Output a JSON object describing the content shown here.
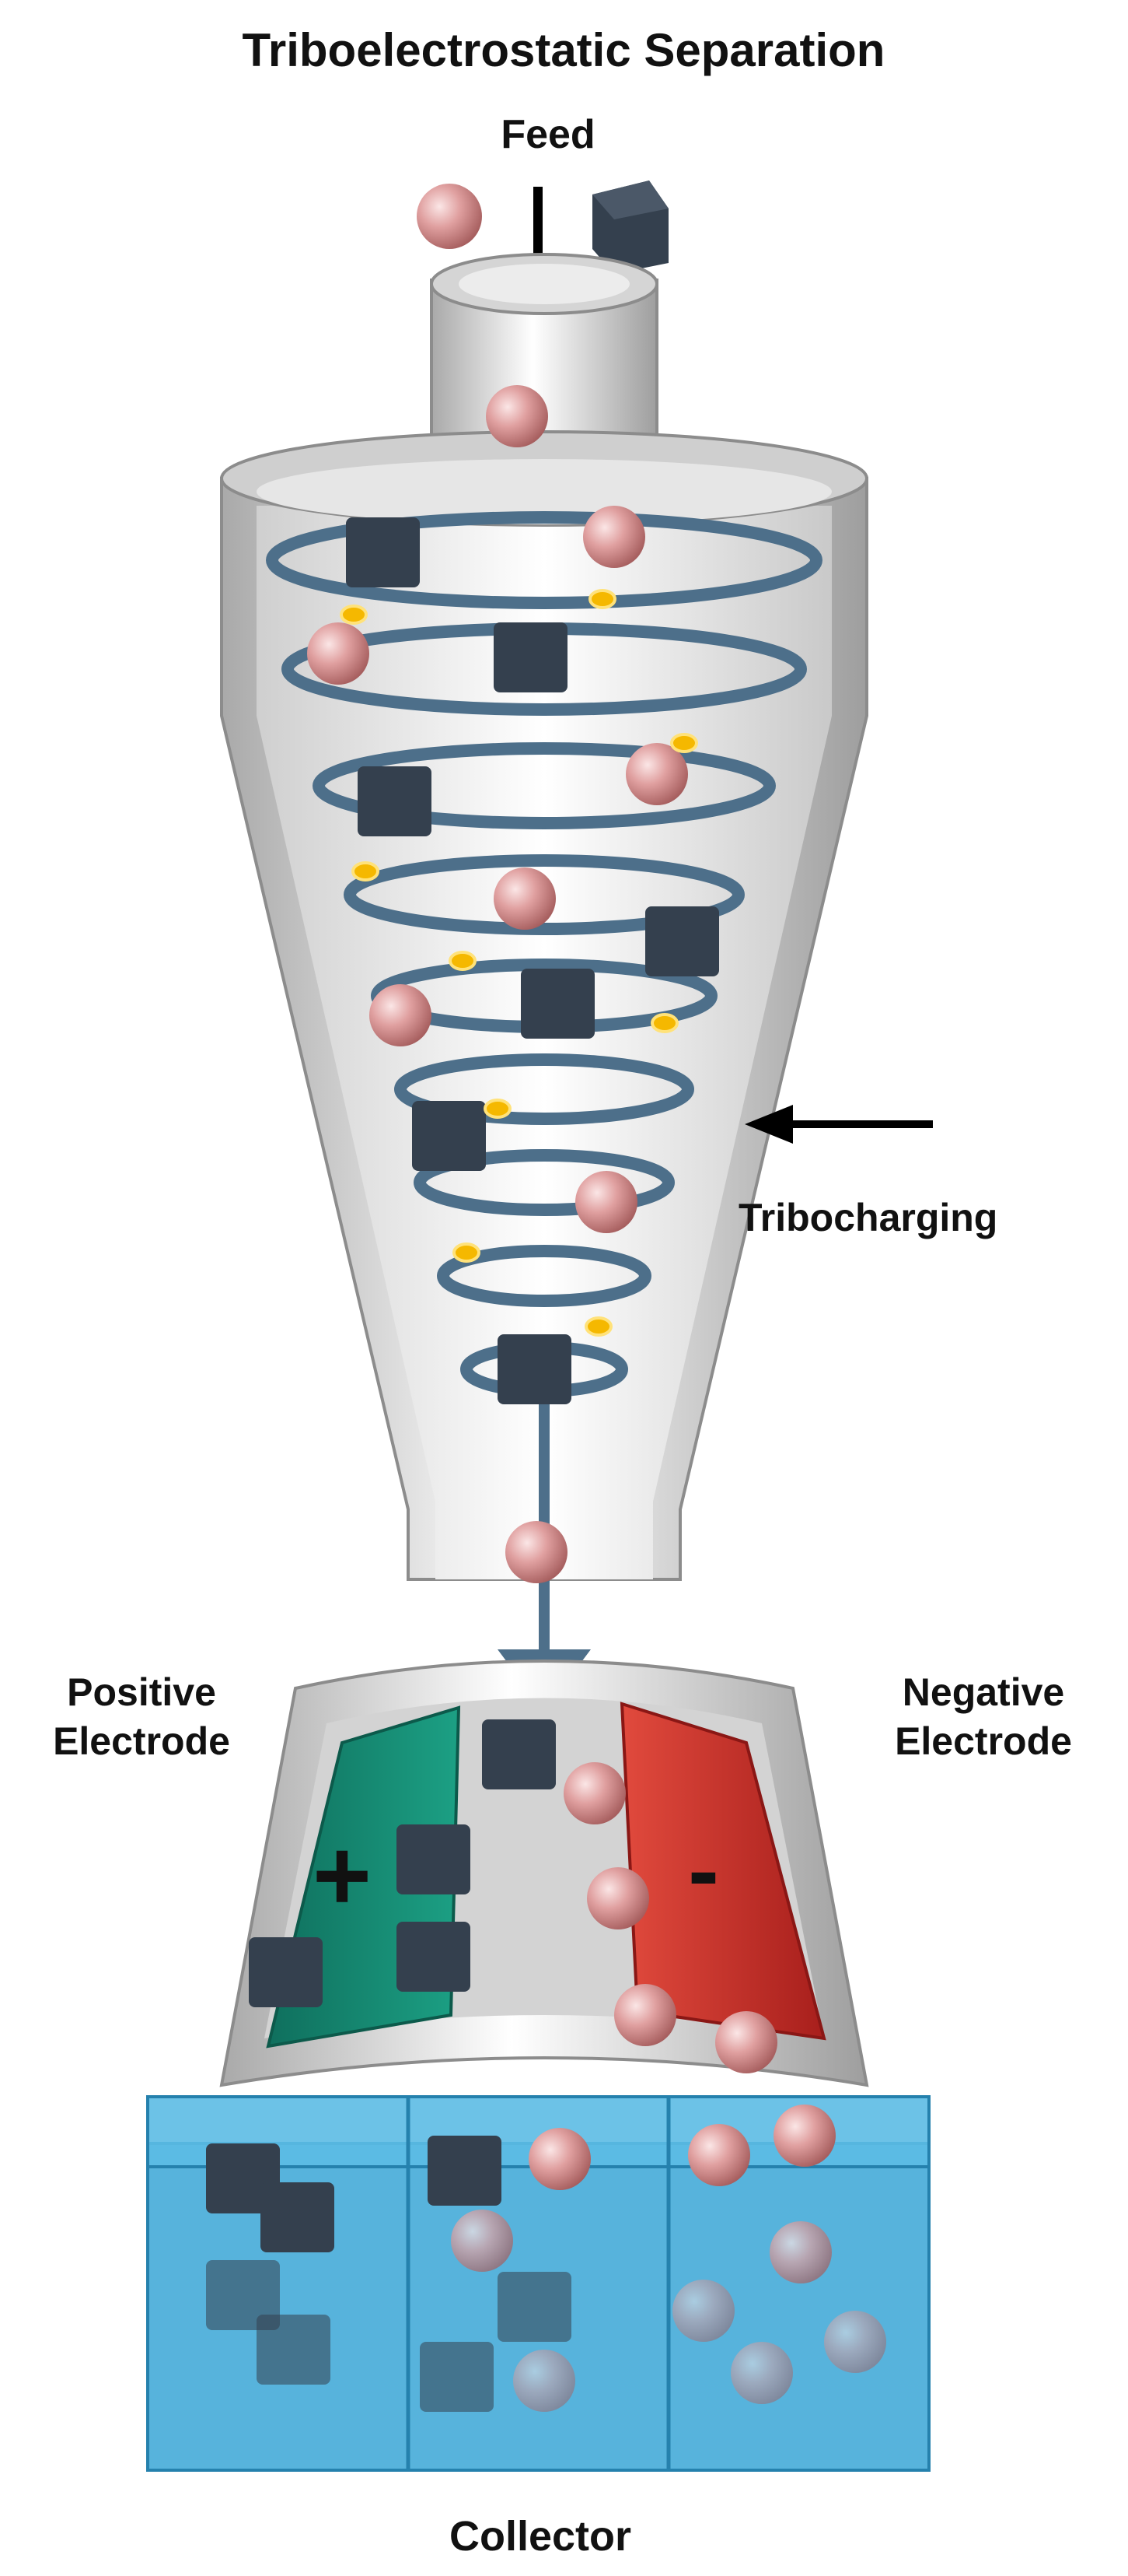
{
  "title": "Triboelectrostatic Separation",
  "labels": {
    "feed": "Feed",
    "tribocharging": "Tribocharging",
    "positive_electrode_line1": "Positive",
    "positive_electrode_line2": "Electrode",
    "negative_electrode_line1": "Negative",
    "negative_electrode_line2": "Electrode",
    "positive_sign": "+",
    "negative_sign": "-",
    "collector": "Collector"
  },
  "colors": {
    "body_gray": "#c4c4c4",
    "coil_blue": "#4d6f8a",
    "particle_pink": "#d98b8b",
    "particle_cube": "#34404e",
    "charge_spark": "#f5b800",
    "positive_electrode": "#138a73",
    "negative_electrode": "#c62828",
    "collector_blue": "#3aa6d6"
  }
}
